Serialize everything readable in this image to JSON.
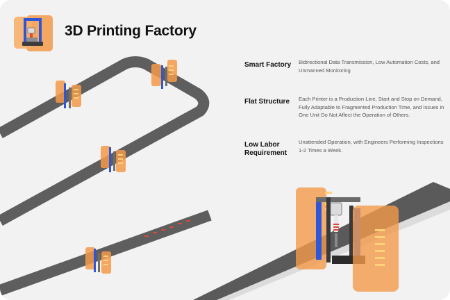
{
  "header": {
    "title": "3D Printing Factory",
    "logo_icon": "3d-printer-icon"
  },
  "features": [
    {
      "name": "Smart Factory",
      "description": "Bidirectional Data Transmission, Low Automation Costs, and Unmanned Monitoring"
    },
    {
      "name": "Flat Structure",
      "description": "Each Printer is a Production Line, Start and Stop on Demand, Fully Adaptable to Fragmented Production Time, and Issues in One Unit Do Not Affect the Operation of Others."
    },
    {
      "name": "Low Labor Requirement",
      "description": "Unattended Operation, with Engineers Performing Inspections 1-2 Times a Week."
    }
  ],
  "colors": {
    "accent_orange": "#f39a4a",
    "frame_blue": "#2f56d9",
    "belt_gray": "#5c5c5c",
    "background": "#f2f2f2"
  }
}
